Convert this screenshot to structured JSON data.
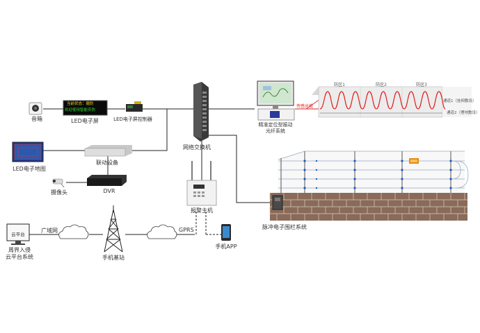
{
  "nodes": {
    "speaker": "音箱",
    "led_screen": "LED电子屏",
    "led_screen_line1": "当前状态：撤防",
    "led_screen_line2": "欢迎使用智能安防",
    "led_controller": "LED电子屏控制器",
    "network_switch": "网络交换机",
    "fiber_system_line1": "精准定位型振动",
    "fiber_system_line2": "光纤系统",
    "led_map": "LED电子地图",
    "linkage_device": "联动设备",
    "camera": "摄像头",
    "dvr": "DVR",
    "alarm_host": "报警主机",
    "mobile_app": "手机APP",
    "cloud_platform": "云平台",
    "cloud_system_line1": "周界入侵",
    "cloud_system_line2": "云平台系统",
    "base_station": "手机基站",
    "fence_system": "脉冲电子围栏系统"
  },
  "links": {
    "wan": "广域网",
    "gprs": "GPRS",
    "sensing_fiber": "传感光缆"
  },
  "zones": [
    "防区1",
    "防区2",
    "防区3"
  ],
  "channels": [
    "通道1（挂网敷设）",
    "通道2（埋地敷设）"
  ],
  "colors": {
    "line": "#222222",
    "signal": "#e02020",
    "zone_bg": "#e8e8e8",
    "brick": "#8a6a58",
    "led_green": "#2bd62b",
    "led_yellow": "#f0d020"
  }
}
